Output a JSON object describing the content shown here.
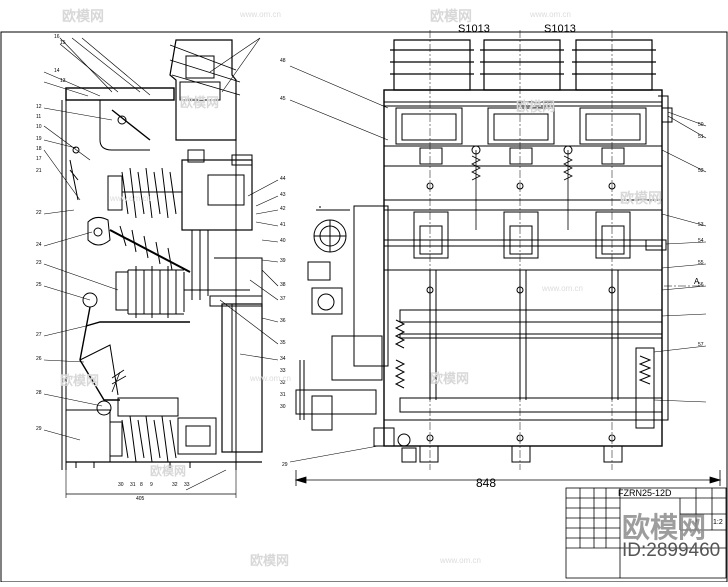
{
  "watermark": {
    "brand": "欧模网",
    "site": "www.om.cn",
    "id_text": "ID:2899460"
  },
  "drawing": {
    "width_dim": "848",
    "model_text": "FZRN25-12D",
    "scale_text": "1:2",
    "top_text": "S1013",
    "section_mark": "A",
    "left_callouts": [
      "16",
      "15",
      "14",
      "13",
      "12",
      "11",
      "10",
      "19",
      "18",
      "17",
      "21",
      "22",
      "24",
      "23",
      "25",
      "27",
      "26",
      "28",
      "29"
    ],
    "mid_callouts": [
      "48",
      "45",
      "44",
      "43",
      "42",
      "41",
      "40",
      "39",
      "38",
      "37",
      "36",
      "35",
      "34",
      "33",
      "32",
      "31",
      "30"
    ],
    "right_callouts": [
      "50",
      "51",
      "52",
      "53",
      "54",
      "55",
      "56",
      "57"
    ],
    "bottom_callouts": [
      "30",
      "31",
      "8",
      "9",
      "32",
      "33"
    ],
    "bottom_dim_small": "405",
    "bottom_left_mark": "29"
  }
}
